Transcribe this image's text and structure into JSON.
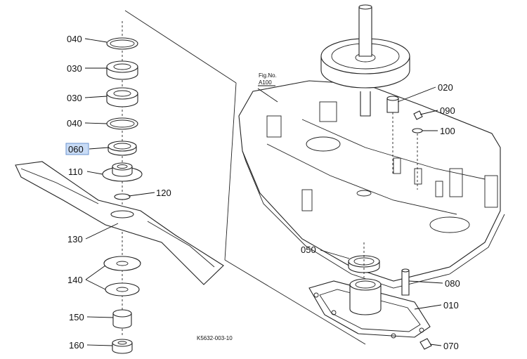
{
  "figure": {
    "ref_line1": "Fig.No.",
    "ref_line2": "A100",
    "drawing_code": "K5632-003-10"
  },
  "callouts": {
    "c040a": "040",
    "c030a": "030",
    "c030b": "030",
    "c040b": "040",
    "c060": "060",
    "c110": "110",
    "c120": "120",
    "c130": "130",
    "c140": "140",
    "c150": "150",
    "c160": "160",
    "c020": "020",
    "c090": "090",
    "c100": "100",
    "c050": "050",
    "c080": "080",
    "c010": "010",
    "c070": "070"
  },
  "highlight_color": "#c9dcf6"
}
